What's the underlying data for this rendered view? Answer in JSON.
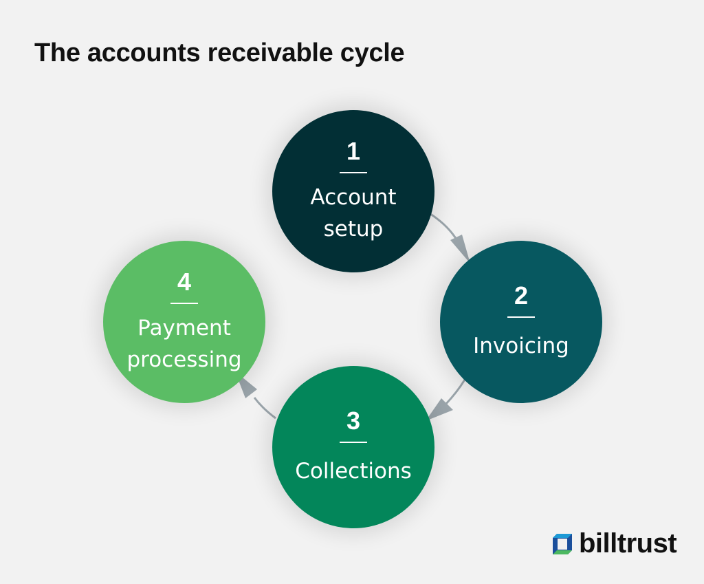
{
  "title": "The accounts receivable cycle",
  "steps": [
    {
      "number": "1",
      "label_line1": "Account",
      "label_line2": "setup",
      "color": "#022f35"
    },
    {
      "number": "2",
      "label_line1": "Invoicing",
      "label_line2": "",
      "color": "#075860"
    },
    {
      "number": "3",
      "label_line1": "Collections",
      "label_line2": "",
      "color": "#03865a"
    },
    {
      "number": "4",
      "label_line1": "Payment",
      "label_line2": "processing",
      "color": "#5bbd65"
    }
  ],
  "arrow_color": "#9aa4aa",
  "logo": {
    "text": "billtrust",
    "icon": "billtrust-logo-icon"
  }
}
